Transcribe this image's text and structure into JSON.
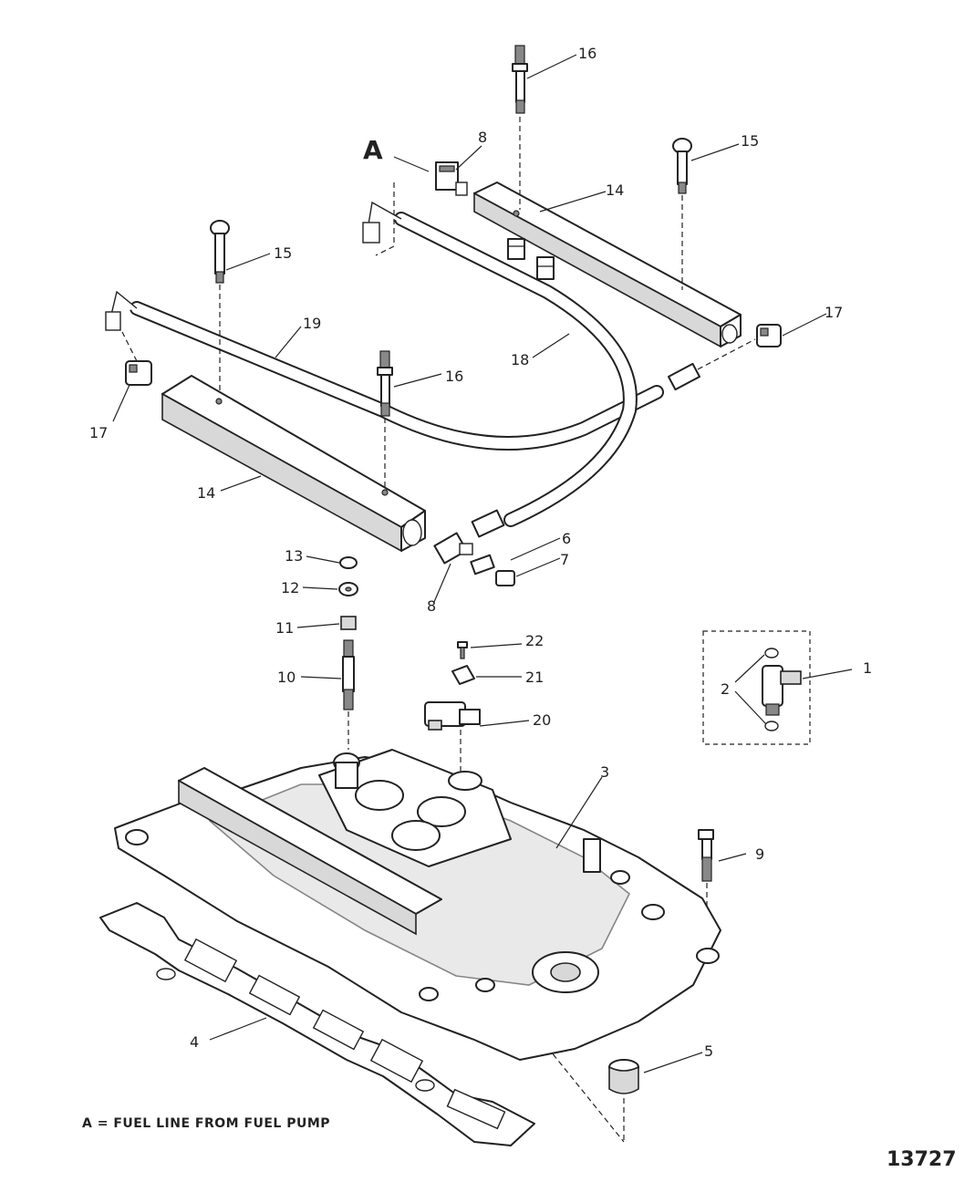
{
  "callouts": {
    "c1": "1",
    "c2": "2",
    "c3": "3",
    "c4": "4",
    "c5": "5",
    "c6": "6",
    "c7": "7",
    "c8a": "8",
    "c8b": "8",
    "c9": "9",
    "c10": "10",
    "c11": "11",
    "c12": "12",
    "c13": "13",
    "c14a": "14",
    "c14b": "14",
    "c15a": "15",
    "c15b": "15",
    "c16a": "16",
    "c16b": "16",
    "c17a": "17",
    "c17b": "17",
    "c18": "18",
    "c19": "19",
    "c20": "20",
    "c21": "21",
    "c22": "22",
    "cA": "A"
  },
  "caption": "A = FUEL LINE FROM FUEL PUMP",
  "figure_number": "13727"
}
